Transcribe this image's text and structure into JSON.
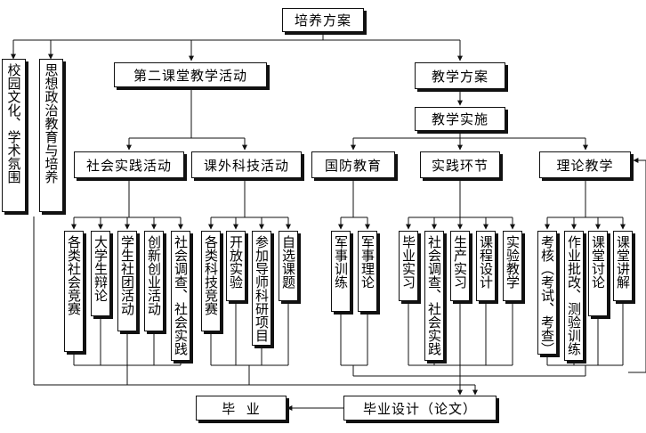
{
  "diagram": {
    "root": "培养方案",
    "left_columns": [
      "校园文化、学术氛围",
      "思想政治教育与培养"
    ],
    "second_classroom": {
      "title": "第二课堂教学活动",
      "groups": [
        {
          "title": "社会实践活动",
          "items": [
            "各类社会竞赛",
            "大学生辩论",
            "学生社团活动",
            "创新创业活动",
            "社会调查、社会实践"
          ]
        },
        {
          "title": "课外科技活动",
          "items": [
            "各类科技竞赛",
            "开放实验",
            "参加导师科研项目",
            "自选课题"
          ]
        }
      ]
    },
    "teaching_plan": {
      "title": "教学方案",
      "implementation": "教学实施",
      "groups": [
        {
          "title": "国防教育",
          "items": [
            "军事训练",
            "军事理论"
          ]
        },
        {
          "title": "实践环节",
          "items": [
            "毕业实习",
            "社会调查、社会实践",
            "生产实习",
            "课程设计",
            "实验教学"
          ]
        },
        {
          "title": "理论教学",
          "items": [
            "考核（考试、考查）",
            "作业批改、测验训练",
            "课堂讨论",
            "课堂讲解"
          ]
        }
      ]
    },
    "graduation": "毕  业",
    "graduation_design": "毕业设计（论文）"
  }
}
